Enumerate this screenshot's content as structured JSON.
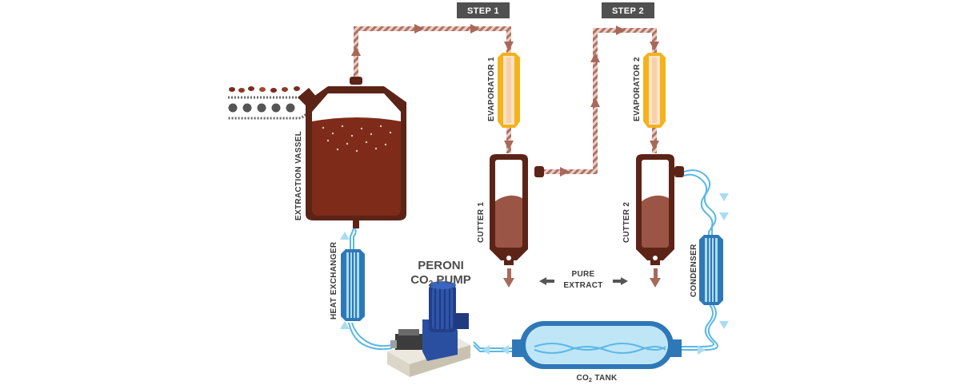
{
  "steps": {
    "step1": "STEP 1",
    "step2": "STEP 2"
  },
  "labels": {
    "extraction_vessel": "EXTRACTION VASSEL",
    "evaporator1": "EVAPORATOR 1",
    "evaporator2": "EVAPORATOR 2",
    "cutter1": "CUTTER 1",
    "cutter2": "CUTTER 2",
    "heat_exchanger": "HEAT EXCHANGER",
    "condenser": "CONDENSER",
    "pure_extract_line1": "PURE",
    "pure_extract_line2": "EXTRACT",
    "pump_line1": "PERONI",
    "pump_line2_prefix": "CO",
    "pump_line2_sub": "2",
    "pump_line2_suffix": " PUMP",
    "tank_prefix": "CO",
    "tank_sub": "2",
    "tank_suffix": " TANK"
  },
  "colors": {
    "extract_brown": "#7a2c1c",
    "extract_pipe": "#b07264",
    "co2_blue": "#5bb8e6",
    "co2_light": "#a9dcf3",
    "evaporator_orange": "#f5b21c",
    "heat_exchanger_blue": "#2f78b7",
    "step_badge": "#505050",
    "arrow_brown": "#a8695a",
    "arrow_gray": "#555555"
  },
  "icons": {
    "beans": "coffee-beans-icon",
    "conveyor": "conveyor-icon",
    "pump": "pump-motor-icon"
  }
}
